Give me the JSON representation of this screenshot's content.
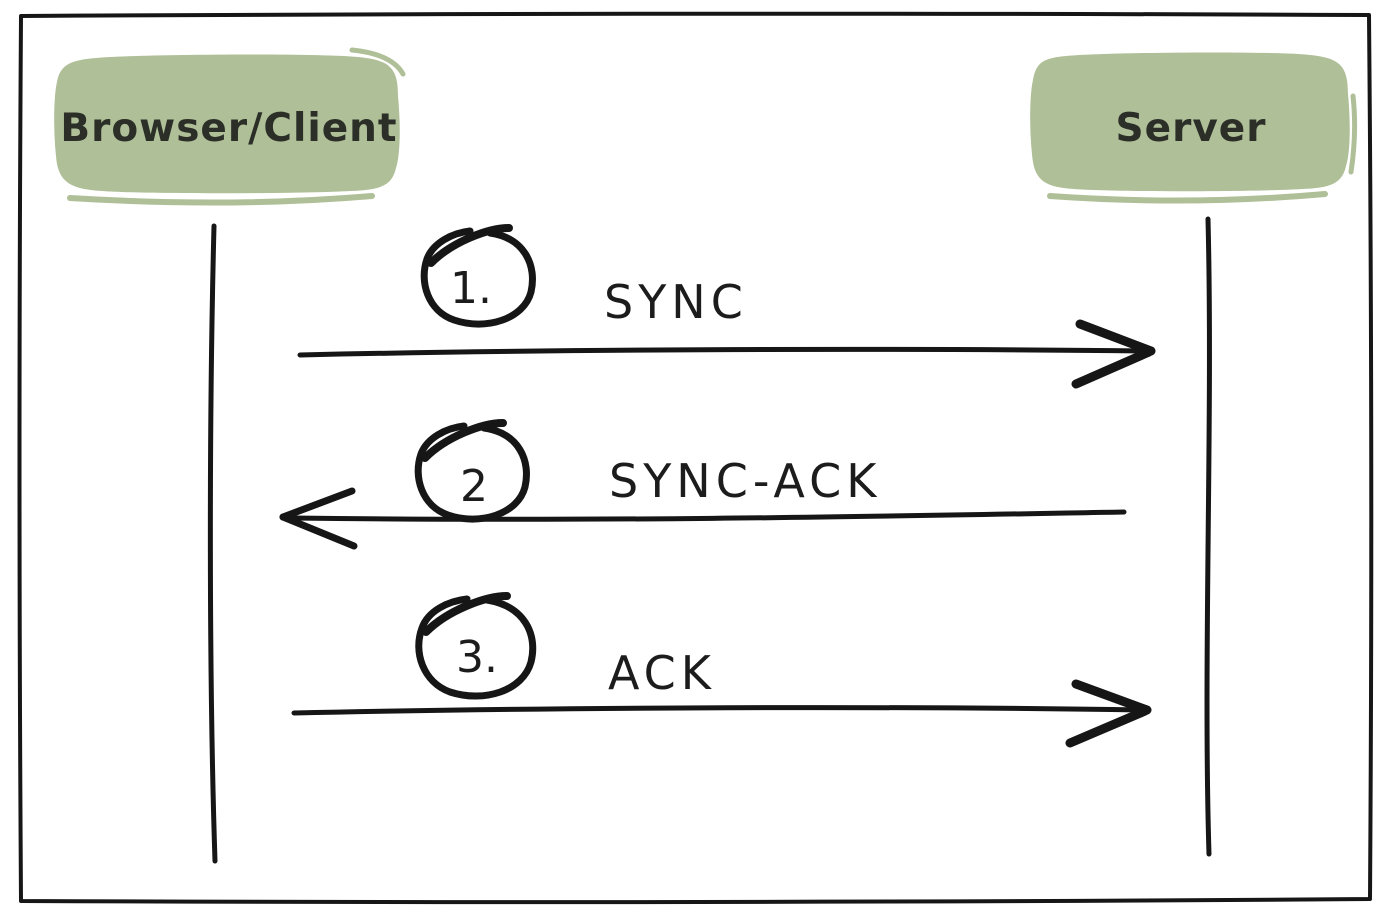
{
  "diagram": {
    "type": "sequence",
    "actors": [
      {
        "id": "client",
        "label": "Browser/Client"
      },
      {
        "id": "server",
        "label": "Server"
      }
    ],
    "messages": [
      {
        "step": "1.",
        "label": "SYNC",
        "direction": "client-to-server"
      },
      {
        "step": "2",
        "label": "SYNC-ACK",
        "direction": "server-to-client"
      },
      {
        "step": "3.",
        "label": "ACK",
        "direction": "client-to-server"
      }
    ],
    "colors": {
      "actor_fill": "#afbf97",
      "ink": "#161616",
      "background": "#ffffff"
    }
  }
}
